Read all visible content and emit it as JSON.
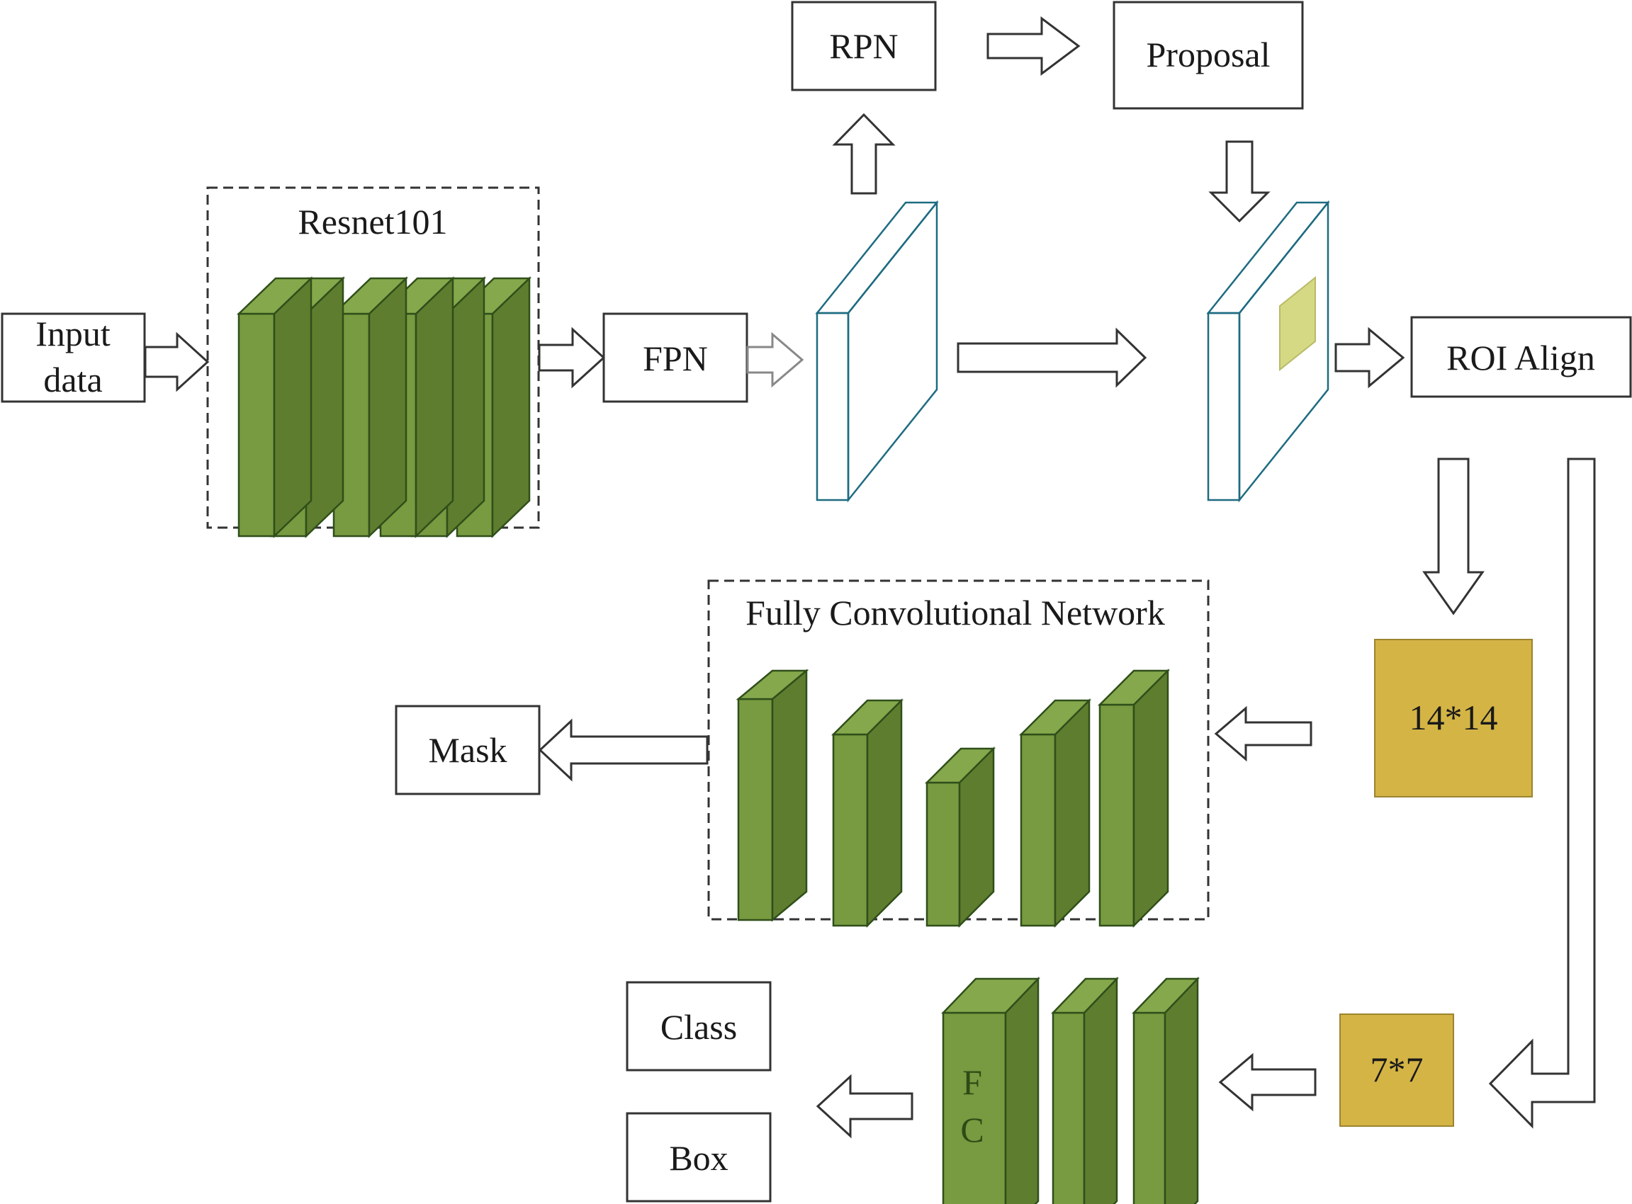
{
  "nodes": {
    "input": "Input\ndata",
    "backbone_title": "Resnet101",
    "fpn": "FPN",
    "rpn": "RPN",
    "proposal": "Proposal",
    "roi_align": "ROI Align",
    "fcn_title": "Fully Convolutional Network",
    "mask": "Mask",
    "roi_14": "14*14",
    "roi_7": "7*7",
    "fc_label": "F\nC",
    "class": "Class",
    "box": "Box"
  },
  "colors": {
    "feature_green": "#789a40",
    "feature_green_dark": "#5f7d2e",
    "feature_map_blue": "#4aaec8",
    "feature_map_blue_dark": "#3a95ad",
    "roi_highlight": "#d6d984",
    "roi_gold": "#d4b445",
    "fc_text": "#2e4a16"
  }
}
